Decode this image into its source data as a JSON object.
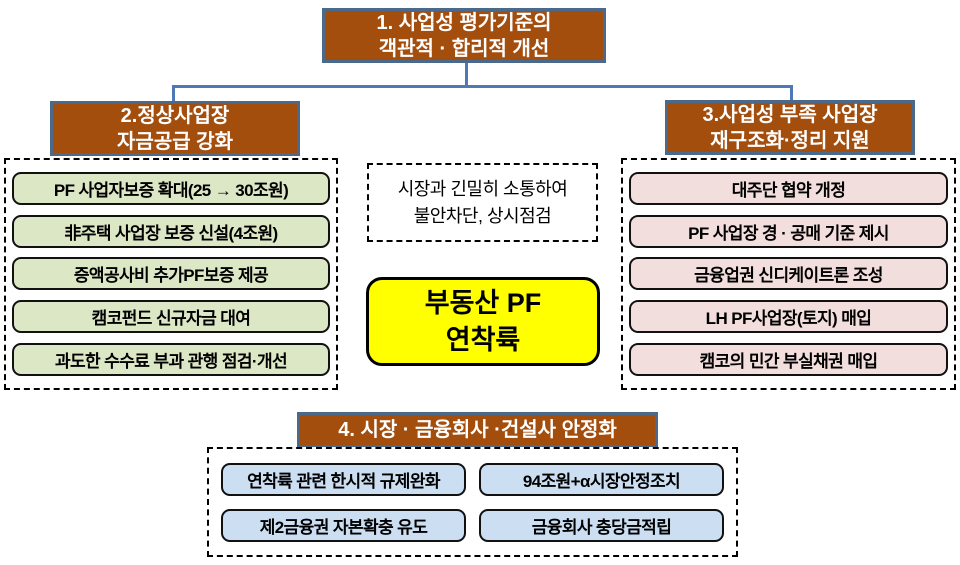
{
  "top_box": {
    "line1": "1. 사업성 평가기준의",
    "line2": "객관적 · 합리적 개선"
  },
  "left_group": {
    "header_line1": "2.정상사업장",
    "header_line2": "자금공급 강화",
    "items": [
      "PF 사업자보증 확대(25 → 30조원)",
      "非주택 사업장 보증 신설(4조원)",
      "증액공사비 추가PF보증 제공",
      "캠코펀드 신규자금 대여",
      "과도한 수수료 부과 관행 점검·개선"
    ]
  },
  "right_group": {
    "header_line1": "3.사업성 부족 사업장",
    "header_line2": "재구조화·정리 지원",
    "items": [
      "대주단 협약 개정",
      "PF 사업장 경 · 공매 기준 제시",
      "금융업권 신디케이트론 조성",
      "LH PF사업장(토지) 매입",
      "캠코의 민간 부실채권 매입"
    ]
  },
  "center_note": {
    "line1": "시장과 긴밀히 소통하여",
    "line2": "불안차단, 상시점검"
  },
  "center_box": {
    "line1": "부동산 PF",
    "line2": "연착륙"
  },
  "bottom_group": {
    "header": "4. 시장 · 금융회사 ·건설사 안정화",
    "items": [
      "연착륙 관련 한시적 규제완화",
      "94조원+α시장안정조치",
      "제2금융권 자본확충 유도",
      "금융회사 충당금적립"
    ]
  },
  "colors": {
    "header_fill": "#A44E0E",
    "header_border": "#4B6A8B",
    "connector": "#4E79B6",
    "green_fill": "#DCE7C6",
    "pink_fill": "#F2DEDC",
    "blue_fill": "#CCDEF2",
    "yellow_fill": "#FFFF00",
    "box_border": "#111111",
    "background": "#FFFFFF"
  }
}
